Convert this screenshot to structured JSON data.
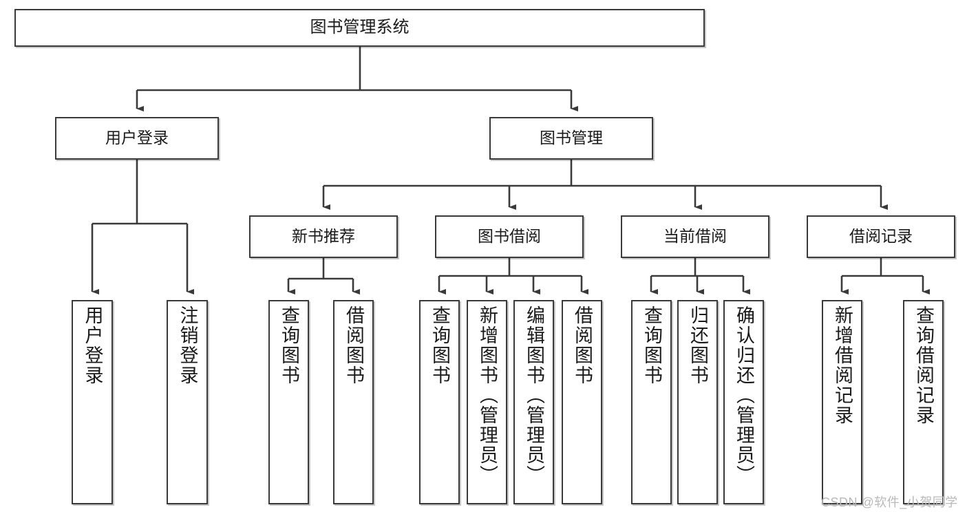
{
  "diagram": {
    "type": "tree",
    "title": "图书管理系统",
    "watermark": "CSDN @软件_小贺同学",
    "colors": {
      "node_border": "#3a3a3a",
      "node_fill": "#ffffff",
      "edge": "#3a3a3a",
      "text": "#1a1a1a",
      "watermark": "#b9b9b9"
    },
    "levels": {
      "root": [
        "图书管理系统"
      ],
      "level2": [
        "用户登录",
        "图书管理"
      ],
      "level3": [
        "新书推荐",
        "图书借阅",
        "当前借阅",
        "借阅记录"
      ],
      "leaves": [
        "用户登录",
        "注销登录",
        "查询图书",
        "借阅图书",
        "查询图书",
        "新增图书（管理员）",
        "编辑图书（管理员）",
        "借阅图书",
        "查询图书",
        "归还图书",
        "确认归还（管理员）",
        "新增借阅记录",
        "查询借阅记录"
      ]
    },
    "nodes": {
      "root": {
        "label": "图书管理系统"
      },
      "user_login": {
        "label": "用户登录"
      },
      "book_manage": {
        "label": "图书管理"
      },
      "new_book_rec": {
        "label": "新书推荐"
      },
      "book_borrow": {
        "label": "图书借阅"
      },
      "current_borrow": {
        "label": "当前借阅"
      },
      "borrow_record": {
        "label": "借阅记录"
      },
      "leaf_user_login": {
        "label": "用户登录"
      },
      "leaf_logout": {
        "label": "注销登录"
      },
      "leaf_query_book_a": {
        "label": "查询图书"
      },
      "leaf_borrow_book_a": {
        "label": "借阅图书"
      },
      "leaf_query_book_b": {
        "label": "查询图书"
      },
      "leaf_add_book": {
        "label": "新增图书（管理员）"
      },
      "leaf_edit_book": {
        "label": "编辑图书（管理员）"
      },
      "leaf_borrow_book_b": {
        "label": "借阅图书"
      },
      "leaf_query_book_c": {
        "label": "查询图书"
      },
      "leaf_return_book": {
        "label": "归还图书"
      },
      "leaf_confirm_return": {
        "label": "确认归还（管理员）"
      },
      "leaf_add_record": {
        "label": "新增借阅记录"
      },
      "leaf_query_record": {
        "label": "查询借阅记录"
      }
    },
    "edges": [
      {
        "from": "root",
        "to": "user_login"
      },
      {
        "from": "root",
        "to": "book_manage"
      },
      {
        "from": "user_login",
        "to": "leaf_user_login"
      },
      {
        "from": "user_login",
        "to": "leaf_logout"
      },
      {
        "from": "book_manage",
        "to": "new_book_rec"
      },
      {
        "from": "book_manage",
        "to": "book_borrow"
      },
      {
        "from": "book_manage",
        "to": "current_borrow"
      },
      {
        "from": "book_manage",
        "to": "borrow_record"
      },
      {
        "from": "new_book_rec",
        "to": "leaf_query_book_a"
      },
      {
        "from": "new_book_rec",
        "to": "leaf_borrow_book_a"
      },
      {
        "from": "book_borrow",
        "to": "leaf_query_book_b"
      },
      {
        "from": "book_borrow",
        "to": "leaf_add_book"
      },
      {
        "from": "book_borrow",
        "to": "leaf_edit_book"
      },
      {
        "from": "book_borrow",
        "to": "leaf_borrow_book_b"
      },
      {
        "from": "current_borrow",
        "to": "leaf_query_book_c"
      },
      {
        "from": "current_borrow",
        "to": "leaf_return_book"
      },
      {
        "from": "current_borrow",
        "to": "leaf_confirm_return"
      },
      {
        "from": "borrow_record",
        "to": "leaf_add_record"
      },
      {
        "from": "borrow_record",
        "to": "leaf_query_record"
      }
    ]
  }
}
